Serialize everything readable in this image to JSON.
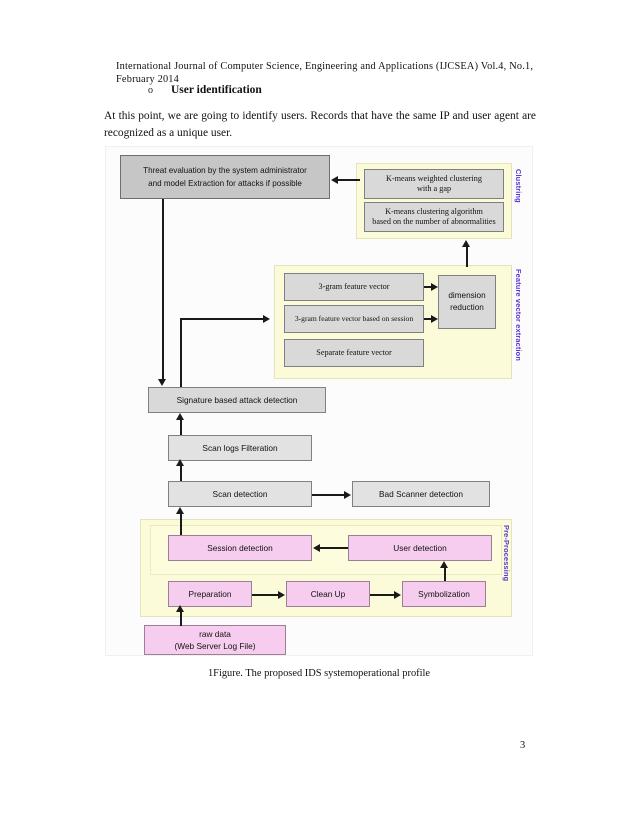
{
  "document": {
    "running_head": "International Journal of Computer Science, Engineering and Applications (IJCSEA) Vol.4, No.1, February 2014",
    "bullet_marker": "o",
    "heading": "User identification",
    "paragraph": "At this point, we are going to identify users. Records that have the same IP and user agent are recognized as a unique user.",
    "caption": "1Figure. The proposed IDS  systemoperational profile",
    "page_number": "3"
  },
  "figure": {
    "side_labels": {
      "clustering": "Clustring",
      "feature_vector": "Feature vector extraction",
      "preprocessing": "Pre-Processing"
    },
    "nodes": {
      "threat_evaluation_line1": "Threat evaluation by the system administrator",
      "threat_evaluation_line2": "and model Extraction for attacks if possible",
      "kmeans_weighted_line1": "K-means weighted clustering",
      "kmeans_weighted_line2": "with a gap",
      "kmeans_abnormal_line1": "K-means clustering algorithm",
      "kmeans_abnormal_line2": "based on the number of abnormalities",
      "trigram_feature_vector": "3-gram feature vector",
      "trigram_session": "3-gram feature vector based on session",
      "separate_feature_vector": "Separate feature vector",
      "dimension_line1": "dimension",
      "dimension_line2": "reduction",
      "signature_detection": "Signature based attack detection",
      "scan_logs_filteration": "Scan logs Filteration",
      "scan_detection": "Scan detection",
      "bad_scanner_detection": "Bad Scanner detection",
      "session_detection": "Session detection",
      "user_detection": "User detection",
      "preparation": "Preparation",
      "clean_up": "Clean Up",
      "symbolization": "Symbolization",
      "raw_data_line1": "raw data",
      "raw_data_line2": "(Web Server Log File)"
    },
    "colors": {
      "panel_yellow": "#fbfbd9",
      "node_grey": "#d9d9d9",
      "node_grey_dark": "#c6c6c6",
      "node_pink": "#f6cdee",
      "side_label_purple": "#5b33d6",
      "connector": "#1a1a1a"
    }
  }
}
